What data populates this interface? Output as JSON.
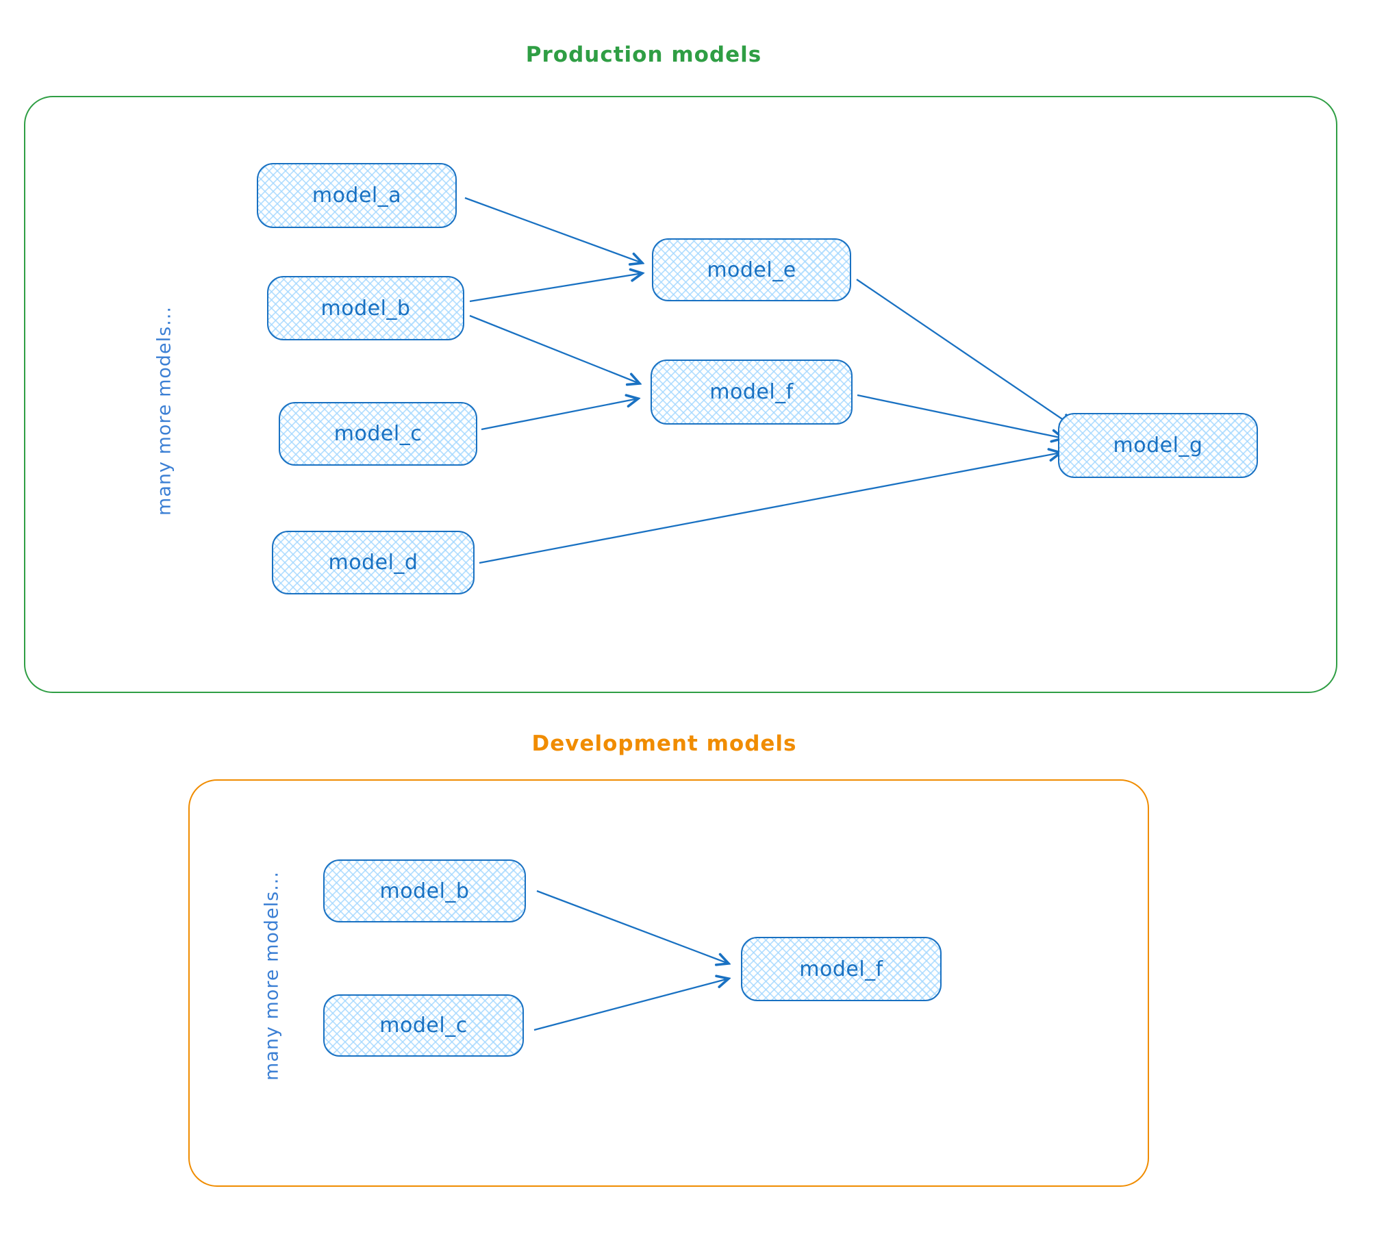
{
  "sections": {
    "production": {
      "title": "Production models",
      "accent_color": "#2f9e44",
      "side_label": "many more models...",
      "nodes": {
        "model_a": {
          "label": "model_a"
        },
        "model_b": {
          "label": "model_b"
        },
        "model_c": {
          "label": "model_c"
        },
        "model_d": {
          "label": "model_d"
        },
        "model_e": {
          "label": "model_e"
        },
        "model_f": {
          "label": "model_f"
        },
        "model_g": {
          "label": "model_g"
        }
      },
      "edges": [
        {
          "from": "model_a",
          "to": "model_e"
        },
        {
          "from": "model_b",
          "to": "model_e"
        },
        {
          "from": "model_b",
          "to": "model_f"
        },
        {
          "from": "model_c",
          "to": "model_f"
        },
        {
          "from": "model_e",
          "to": "model_g"
        },
        {
          "from": "model_f",
          "to": "model_g"
        },
        {
          "from": "model_d",
          "to": "model_g"
        }
      ]
    },
    "development": {
      "title": "Development models",
      "accent_color": "#f08c00",
      "side_label": "many more models...",
      "nodes": {
        "model_b": {
          "label": "model_b"
        },
        "model_c": {
          "label": "model_c"
        },
        "model_f": {
          "label": "model_f"
        }
      },
      "edges": [
        {
          "from": "model_b",
          "to": "model_f"
        },
        {
          "from": "model_c",
          "to": "model_f"
        }
      ]
    }
  },
  "colors": {
    "node_stroke": "#1971c2",
    "node_text": "#1971c2",
    "node_fill_hatch": "#a5d8ff",
    "production_accent": "#2f9e44",
    "development_accent": "#f08c00",
    "edge": "#1971c2"
  }
}
